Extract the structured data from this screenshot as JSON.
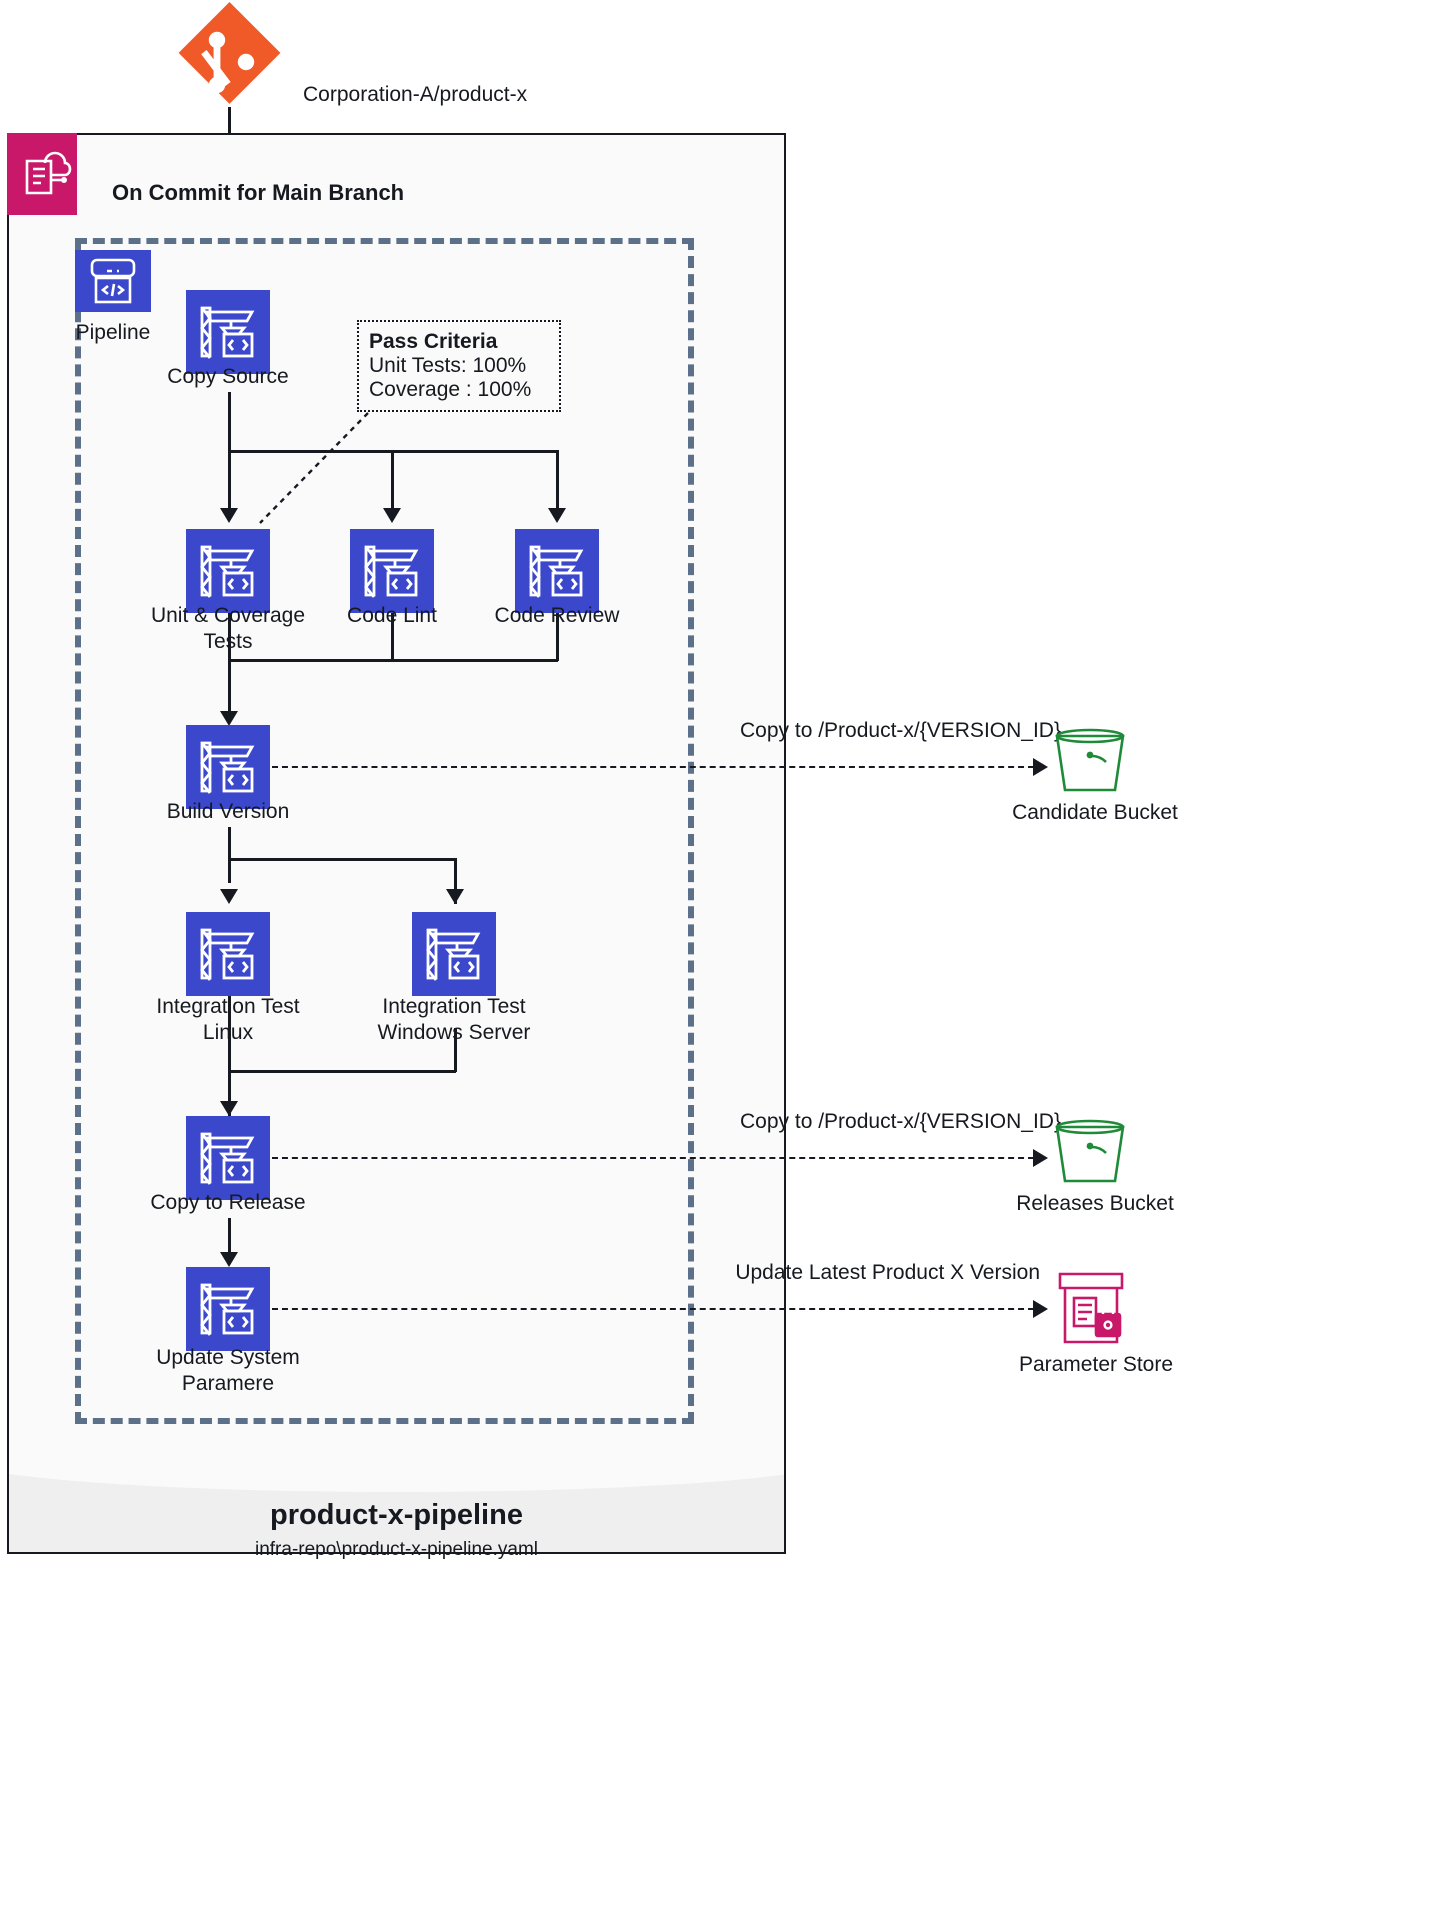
{
  "diagram": {
    "title": "product-x-pipeline",
    "subtitle": "infra-repo\\product-x-pipeline.yaml",
    "trigger_label": "On Commit for Main Branch",
    "repo_label": "Corporation-A/product-x"
  },
  "colors": {
    "codebuild_blue": "#3b48cc",
    "git_orange": "#f05a28",
    "codepipeline_pink": "#c9186a",
    "s3_green": "#1f8a38",
    "dashed_group": "#5c708a",
    "line": "#16191f",
    "container_bg": "#fafafa",
    "footer_bg": "#efefef"
  },
  "icons": {
    "git": "git-repository-icon",
    "codepipeline": "codepipeline-icon",
    "pipeline_tile": "pipeline-icon",
    "codebuild": "codebuild-icon",
    "s3_bucket": "s3-bucket-icon",
    "parameter_store": "parameter-store-icon"
  },
  "source": {
    "name": "Corporation-A/product-x"
  },
  "pipeline": {
    "tile_label": "Pipeline",
    "stages": [
      {
        "id": "copy-source",
        "label": "Copy Source"
      },
      {
        "id": "unit-coverage-tests",
        "label": "Unit & Coverage\nTests"
      },
      {
        "id": "code-lint",
        "label": "Code Lint"
      },
      {
        "id": "code-review",
        "label": "Code Review"
      },
      {
        "id": "build-version",
        "label": "Build Version"
      },
      {
        "id": "integration-test-linux",
        "label": "Integration Test\nLinux"
      },
      {
        "id": "integration-test-windows",
        "label": "Integration Test\nWindows Server"
      },
      {
        "id": "copy-to-release",
        "label": "Copy to Release"
      },
      {
        "id": "update-system-parameter",
        "label": "Update System\nParamere"
      }
    ]
  },
  "pass_criteria": {
    "title": "Pass Criteria",
    "rows": [
      "Unit Tests: 100%",
      "Coverage : 100%"
    ]
  },
  "targets": [
    {
      "id": "candidate-bucket",
      "label": "Candidate Bucket",
      "edge_label": "Copy to /Product-x/{VERSION_ID}",
      "icon": "s3-bucket-icon"
    },
    {
      "id": "releases-bucket",
      "label": "Releases Bucket",
      "edge_label": "Copy to /Product-x/{VERSION_ID}",
      "icon": "s3-bucket-icon"
    },
    {
      "id": "parameter-store",
      "label": "Parameter Store",
      "edge_label": "Update Latest Product X Version",
      "icon": "parameter-store-icon"
    }
  ]
}
